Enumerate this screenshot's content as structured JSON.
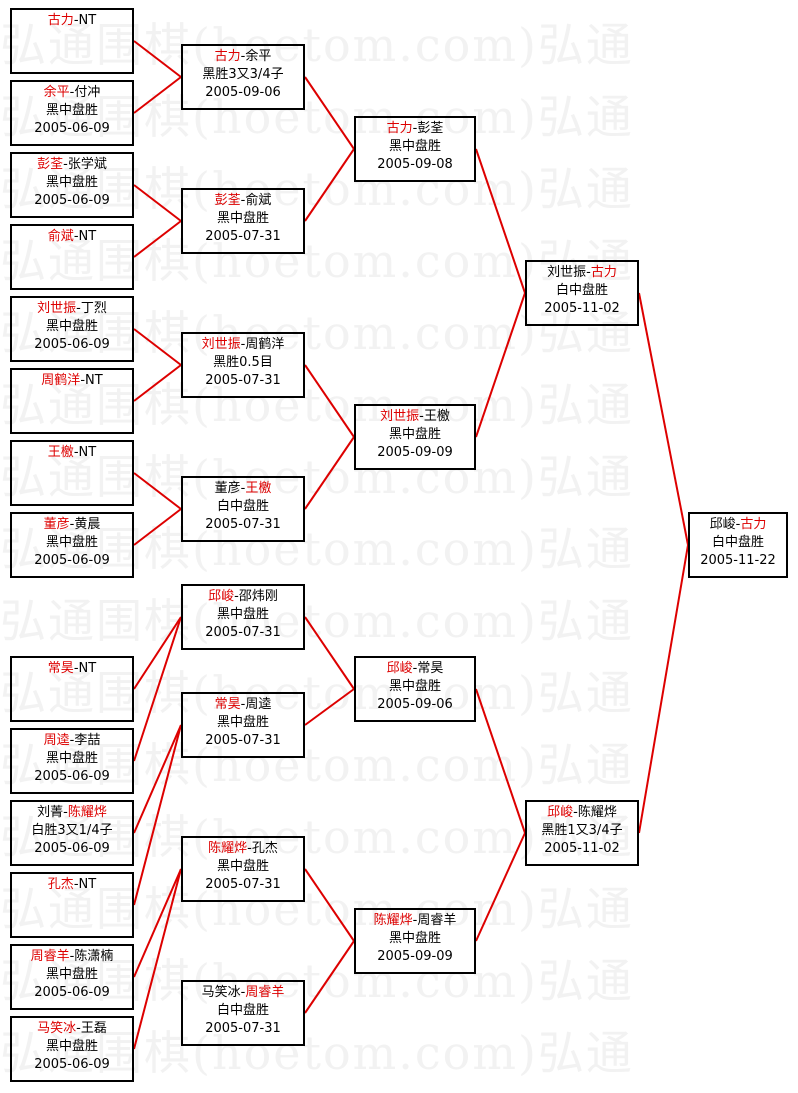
{
  "watermark": "弘通围棋(hoetom.com)弘通",
  "colors": {
    "winner": "#dd0000",
    "line": "#dd0000",
    "border": "#000000"
  },
  "round1": [
    {
      "p1": "古力",
      "p2": "NT",
      "winner": 1,
      "result": "",
      "date": ""
    },
    {
      "p1": "余平",
      "p2": "付冲",
      "winner": 1,
      "result": "黑中盘胜",
      "date": "2005-06-09"
    },
    {
      "p1": "彭荃",
      "p2": "张学斌",
      "winner": 1,
      "result": "黑中盘胜",
      "date": "2005-06-09"
    },
    {
      "p1": "俞斌",
      "p2": "NT",
      "winner": 1,
      "result": "",
      "date": ""
    },
    {
      "p1": "刘世振",
      "p2": "丁烈",
      "winner": 1,
      "result": "黑中盘胜",
      "date": "2005-06-09"
    },
    {
      "p1": "周鹤洋",
      "p2": "NT",
      "winner": 1,
      "result": "",
      "date": ""
    },
    {
      "p1": "王檄",
      "p2": "NT",
      "winner": 1,
      "result": "",
      "date": ""
    },
    {
      "p1": "董彦",
      "p2": "黄晨",
      "winner": 1,
      "result": "黑中盘胜",
      "date": "2005-06-09"
    },
    {
      "p1": "常昊",
      "p2": "NT",
      "winner": 1,
      "result": "",
      "date": ""
    },
    {
      "p1": "周逵",
      "p2": "李喆",
      "winner": 1,
      "result": "黑中盘胜",
      "date": "2005-06-09"
    },
    {
      "p1": "刘菁",
      "p2": "陈耀烨",
      "winner": 2,
      "result": "白胜3又1/4子",
      "date": "2005-06-09"
    },
    {
      "p1": "孔杰",
      "p2": "NT",
      "winner": 1,
      "result": "",
      "date": ""
    },
    {
      "p1": "周睿羊",
      "p2": "陈潇楠",
      "winner": 1,
      "result": "黑中盘胜",
      "date": "2005-06-09"
    },
    {
      "p1": "马笑冰",
      "p2": "王磊",
      "winner": 1,
      "result": "黑中盘胜",
      "date": "2005-06-09"
    }
  ],
  "round2": [
    {
      "p1": "古力",
      "p2": "余平",
      "winner": 1,
      "result": "黑胜3又3/4子",
      "date": "2005-09-06"
    },
    {
      "p1": "彭荃",
      "p2": "俞斌",
      "winner": 1,
      "result": "黑中盘胜",
      "date": "2005-07-31"
    },
    {
      "p1": "刘世振",
      "p2": "周鹤洋",
      "winner": 1,
      "result": "黑胜0.5目",
      "date": "2005-07-31"
    },
    {
      "p1": "董彦",
      "p2": "王檄",
      "winner": 2,
      "result": "白中盘胜",
      "date": "2005-07-31"
    },
    {
      "p1": "邱峻",
      "p2": "邵炜刚",
      "winner": 1,
      "result": "黑中盘胜",
      "date": "2005-07-31"
    },
    {
      "p1": "常昊",
      "p2": "周逵",
      "winner": 1,
      "result": "黑中盘胜",
      "date": "2005-07-31"
    },
    {
      "p1": "陈耀烨",
      "p2": "孔杰",
      "winner": 1,
      "result": "黑中盘胜",
      "date": "2005-07-31"
    },
    {
      "p1": "马笑冰",
      "p2": "周睿羊",
      "winner": 2,
      "result": "白中盘胜",
      "date": "2005-07-31"
    }
  ],
  "round3": [
    {
      "p1": "古力",
      "p2": "彭荃",
      "winner": 1,
      "result": "黑中盘胜",
      "date": "2005-09-08"
    },
    {
      "p1": "刘世振",
      "p2": "王檄",
      "winner": 1,
      "result": "黑中盘胜",
      "date": "2005-09-09"
    },
    {
      "p1": "邱峻",
      "p2": "常昊",
      "winner": 1,
      "result": "黑中盘胜",
      "date": "2005-09-06"
    },
    {
      "p1": "陈耀烨",
      "p2": "周睿羊",
      "winner": 1,
      "result": "黑中盘胜",
      "date": "2005-09-09"
    }
  ],
  "round4": [
    {
      "p1": "刘世振",
      "p2": "古力",
      "winner": 2,
      "result": "白中盘胜",
      "date": "2005-11-02"
    },
    {
      "p1": "邱峻",
      "p2": "陈耀烨",
      "winner": 1,
      "result": "黑胜1又3/4子",
      "date": "2005-11-02"
    }
  ],
  "final": [
    {
      "p1": "邱峻",
      "p2": "古力",
      "winner": 2,
      "result": "白中盘胜",
      "date": "2005-11-22"
    }
  ]
}
